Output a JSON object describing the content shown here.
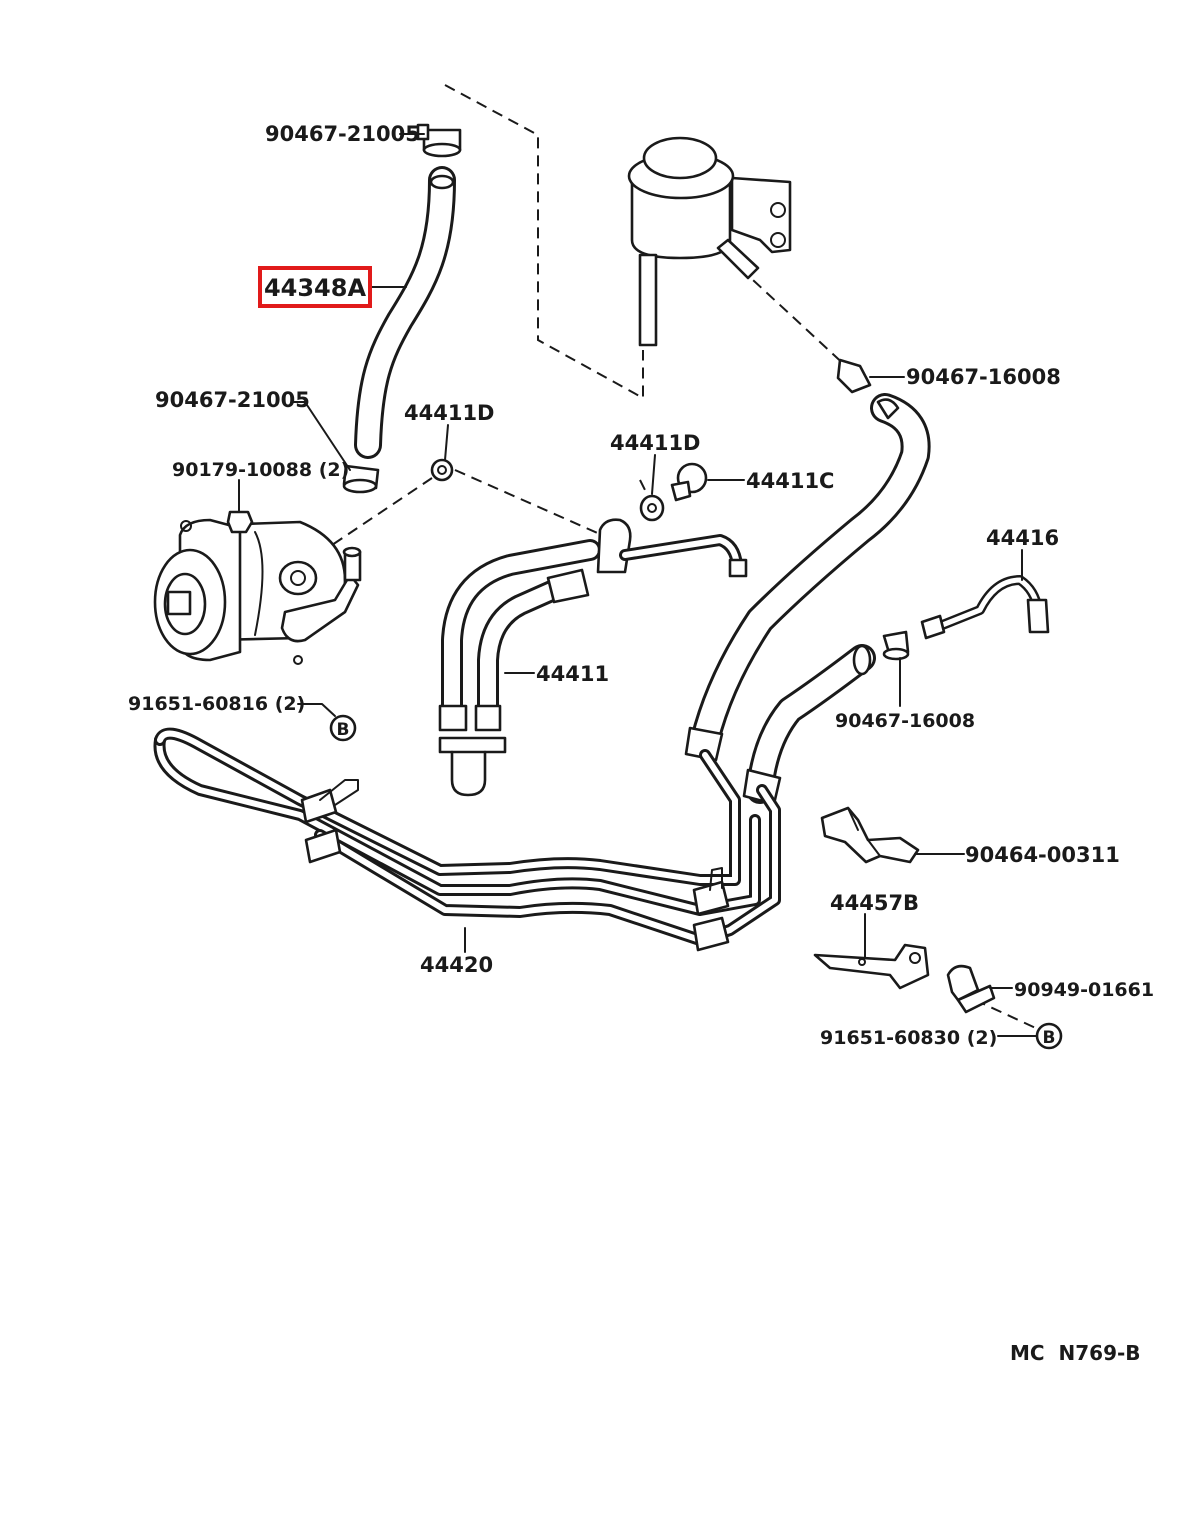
{
  "labels": {
    "hose_clamp_top": "90467-21005",
    "return_hose": "44348A",
    "hose_clamp_mid": "90467-21005",
    "gasket_left": "44411D",
    "pump_bolt": "90179-10088 (2)",
    "gasket_right": "44411D",
    "union_bolt": "44411C",
    "clamp_reservoir": "90467-16008",
    "pressure_tube": "44416",
    "pressure_hose": "44411",
    "clamp_lower": "90467-16008",
    "bolt_left": "91651-60816 (2)",
    "marker_b_left": "B",
    "return_tube": "44420",
    "clamp_clip": "90464-00311",
    "bracket": "44457B",
    "clamp_cushion": "90949-01661",
    "bolt_right": "91651-60830 (2)",
    "marker_b_right": "B",
    "diagram_code": "MC  N769-B"
  },
  "highlight": {
    "part": "44348A",
    "color": "#e11a1a"
  },
  "colors": {
    "line": "#1a1a1a",
    "background": "#ffffff"
  }
}
